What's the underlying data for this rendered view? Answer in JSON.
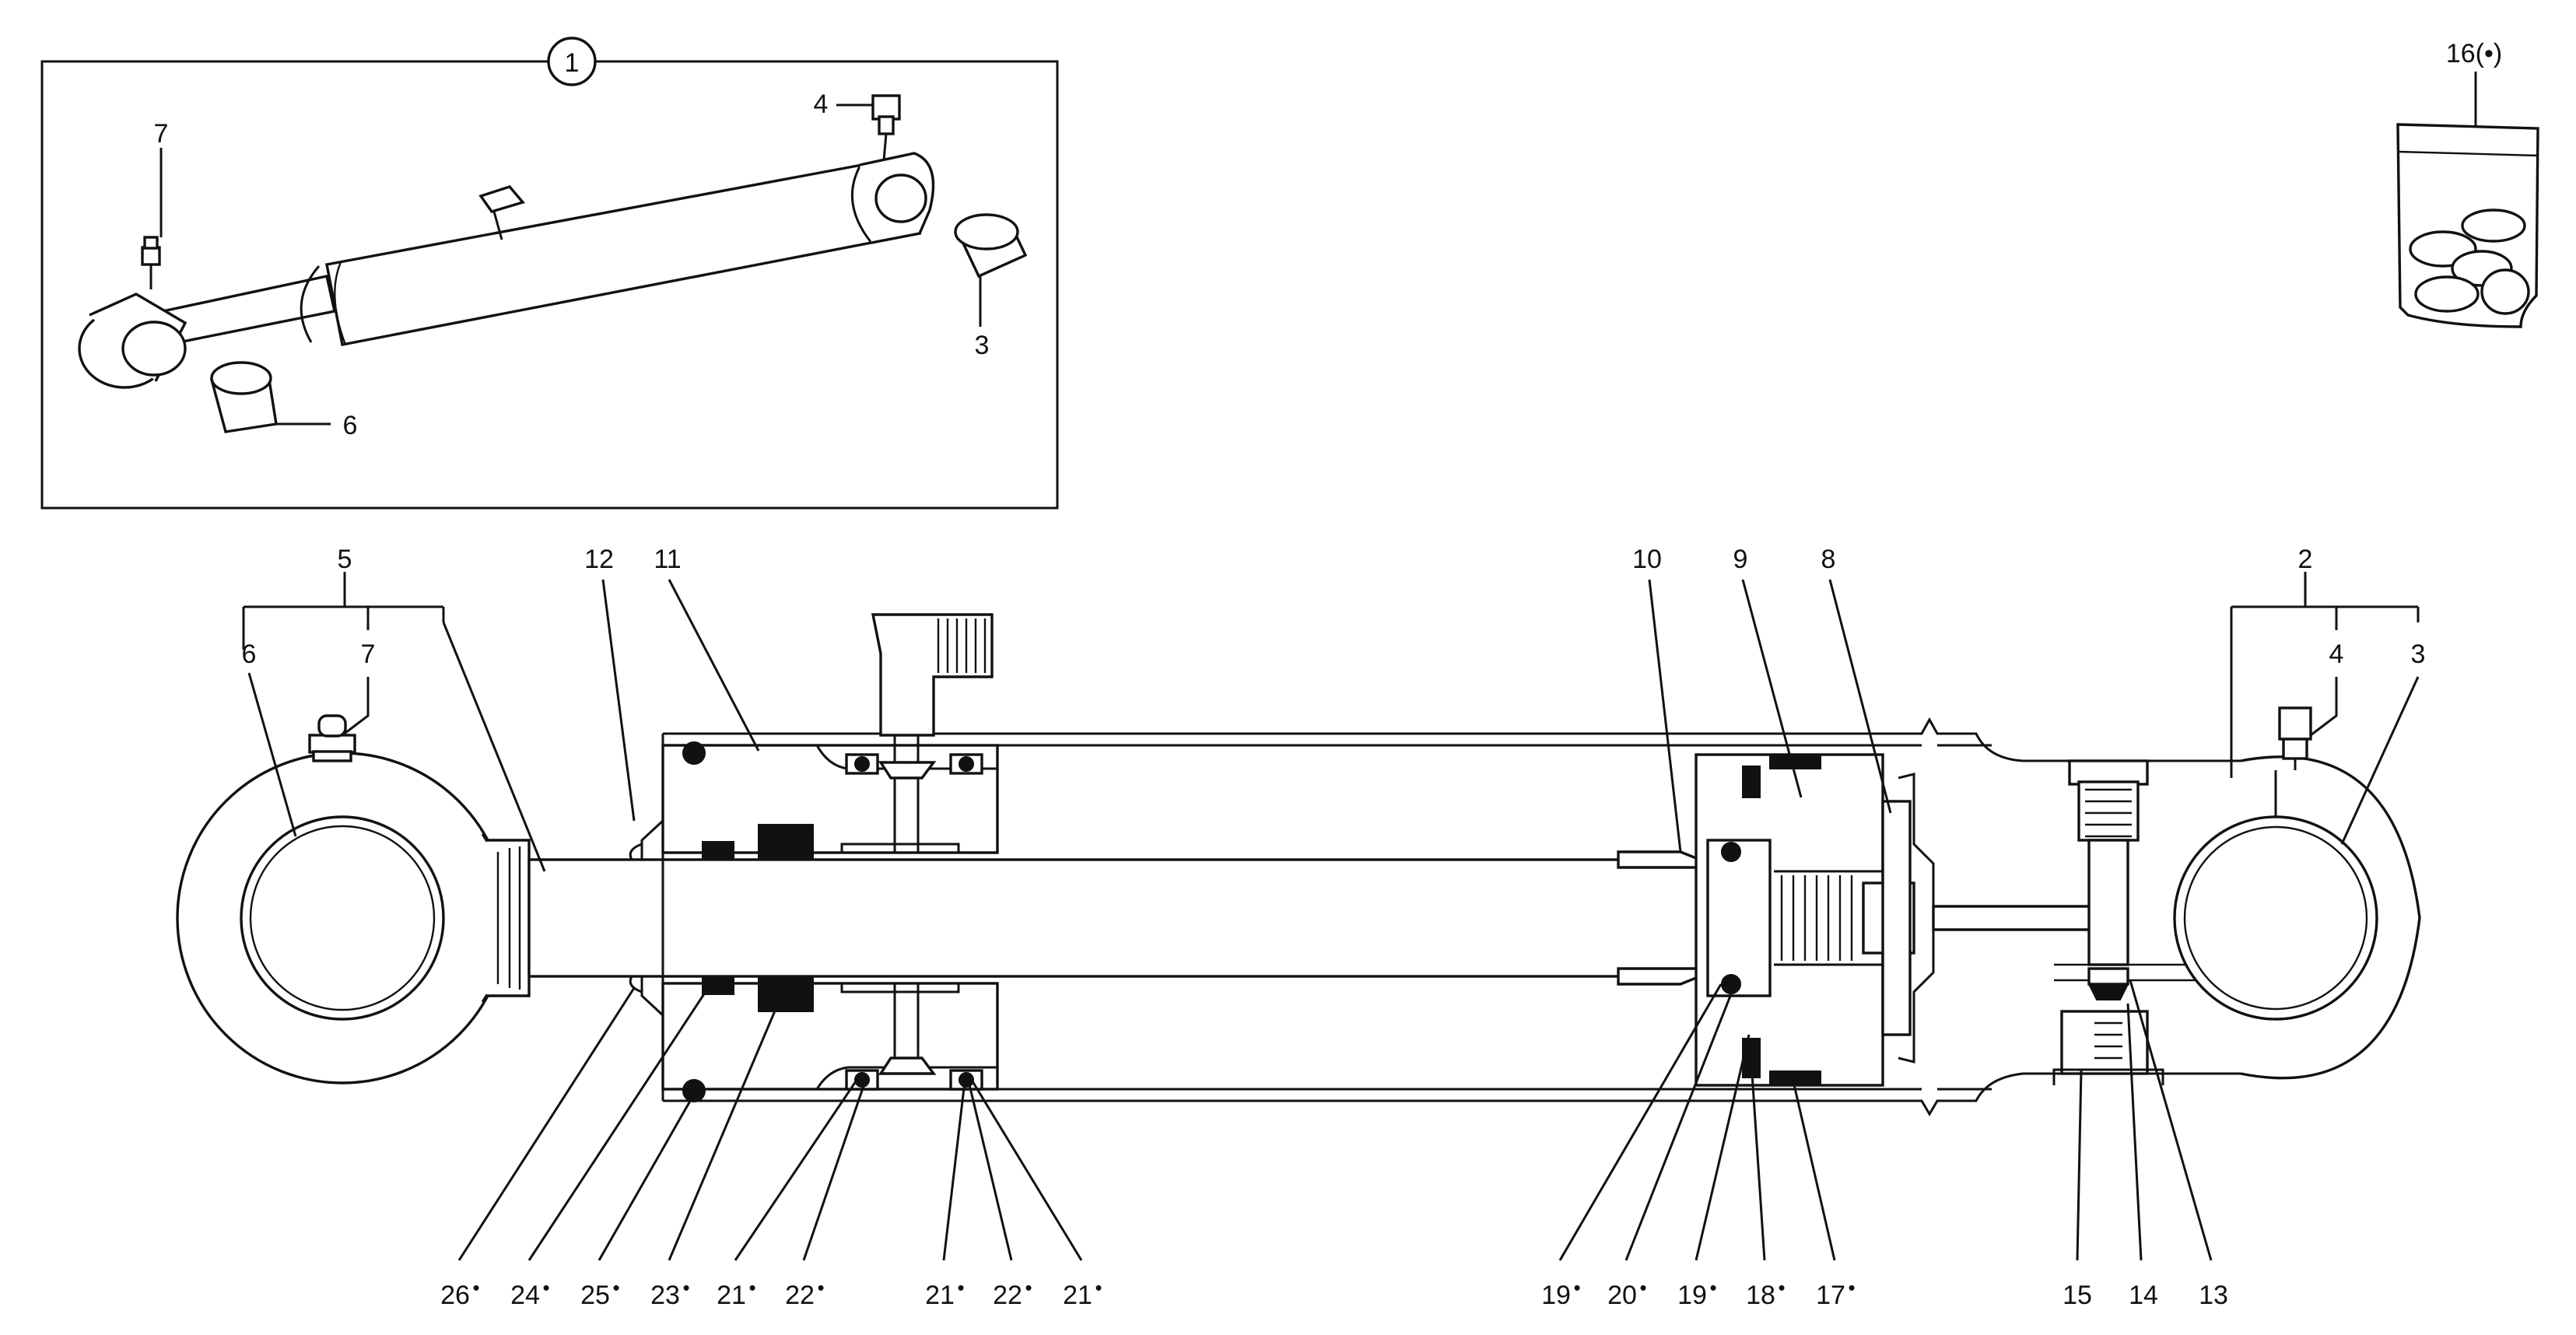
{
  "inset": {
    "assembly_number": "1",
    "labels": [
      "7",
      "4",
      "3",
      "6"
    ]
  },
  "seal_kit": {
    "label": "16(•)"
  },
  "callouts_top": [
    "5",
    "6",
    "7",
    "12",
    "11",
    "10",
    "9",
    "8",
    "2",
    "4",
    "3"
  ],
  "callouts_bottom": [
    "26",
    "24",
    "25",
    "23",
    "21",
    "22",
    "21",
    "22",
    "21",
    "19",
    "20",
    "19",
    "18",
    "17",
    "15",
    "14",
    "13"
  ],
  "kit_marker": "•"
}
